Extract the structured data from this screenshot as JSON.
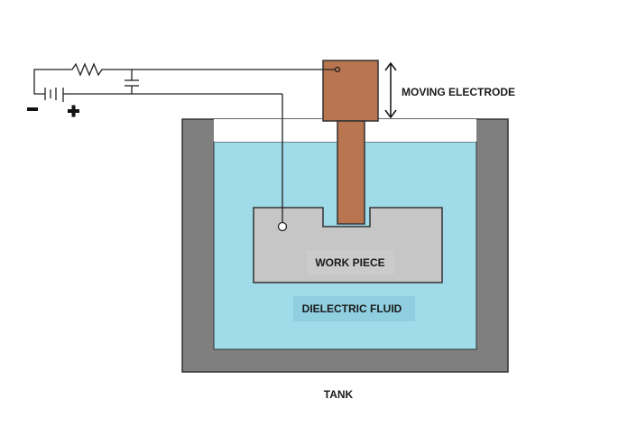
{
  "labels": {
    "moving_electrode": "MOVING ELECTRODE",
    "work_piece": "WORK PIECE",
    "dielectric_fluid": "DIELECTRIC FLUID",
    "tank": "TANK",
    "minus": "−",
    "plus": "+"
  },
  "colors": {
    "tank": "#7f7f7f",
    "fluid": "#9fdbe9",
    "fluid_label_bg": "#8fcfe0",
    "work_piece": "#c6c6c6",
    "electrode": "#b8754f"
  }
}
